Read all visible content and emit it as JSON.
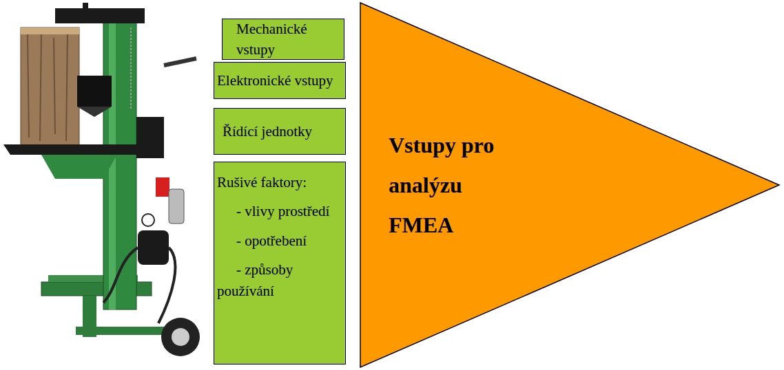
{
  "diagram": {
    "nodes": [
      {
        "text": [
          "Mechanické vstupy"
        ]
      },
      {
        "text": [
          "Elektronické vstupy"
        ]
      },
      {
        "text": [
          "Řídící jednotky"
        ]
      },
      {
        "text": [
          "Rušivé faktory:",
          "- vlivy prostředí",
          "- opotřebení",
          "- způsoby používání"
        ]
      },
      {
        "text": [
          "Vstupy pro analýzu FMEA"
        ]
      }
    ]
  }
}
